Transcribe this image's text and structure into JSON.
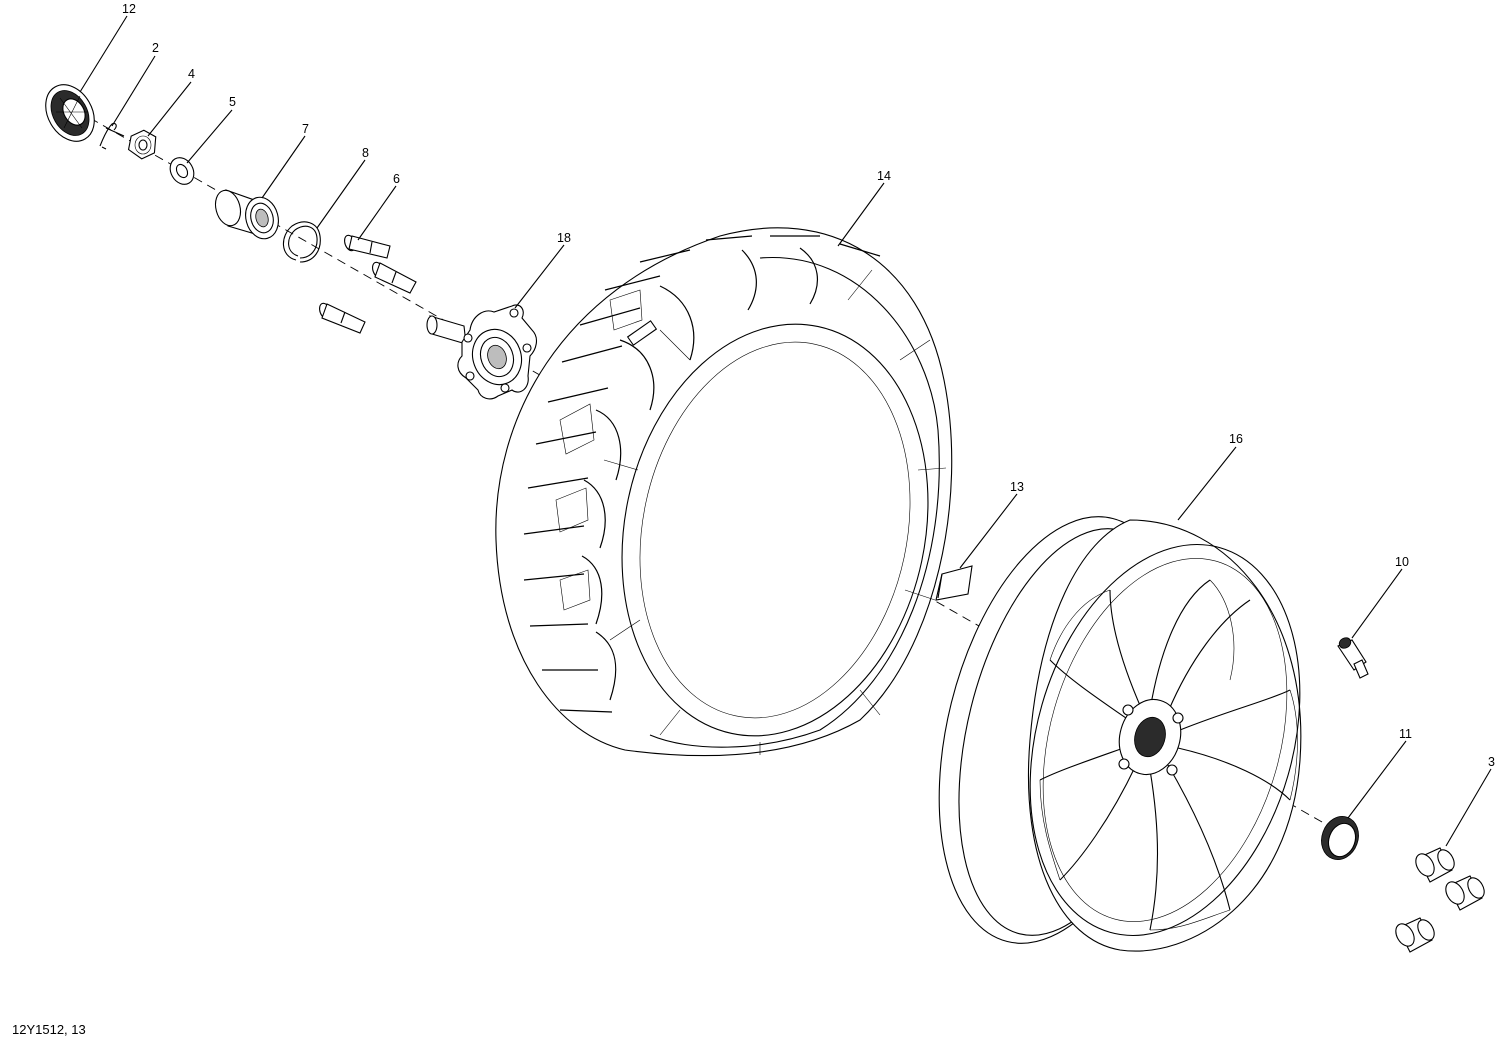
{
  "callouts": [
    {
      "id": "12",
      "label": "12",
      "part": "hub-cap"
    },
    {
      "id": "2",
      "label": "2",
      "part": "cotter-pin"
    },
    {
      "id": "4",
      "label": "4",
      "part": "castle-nut"
    },
    {
      "id": "5",
      "label": "5",
      "part": "washer"
    },
    {
      "id": "7",
      "label": "7",
      "part": "bearing"
    },
    {
      "id": "8",
      "label": "8",
      "part": "retaining-ring"
    },
    {
      "id": "6",
      "label": "6",
      "part": "wheel-stud"
    },
    {
      "id": "18",
      "label": "18",
      "part": "wheel-hub"
    },
    {
      "id": "14",
      "label": "14",
      "part": "tire"
    },
    {
      "id": "13",
      "label": "13",
      "part": "wheel-weight"
    },
    {
      "id": "16",
      "label": "16",
      "part": "rim"
    },
    {
      "id": "10",
      "label": "10",
      "part": "valve-stem"
    },
    {
      "id": "11",
      "label": "11",
      "part": "center-cap"
    },
    {
      "id": "3",
      "label": "3",
      "part": "lug-nut"
    }
  ],
  "footer": {
    "reference": "12Y1512, 13"
  },
  "colors": {
    "line": "#000000",
    "background": "#ffffff",
    "shade": "#bdbdbd"
  }
}
